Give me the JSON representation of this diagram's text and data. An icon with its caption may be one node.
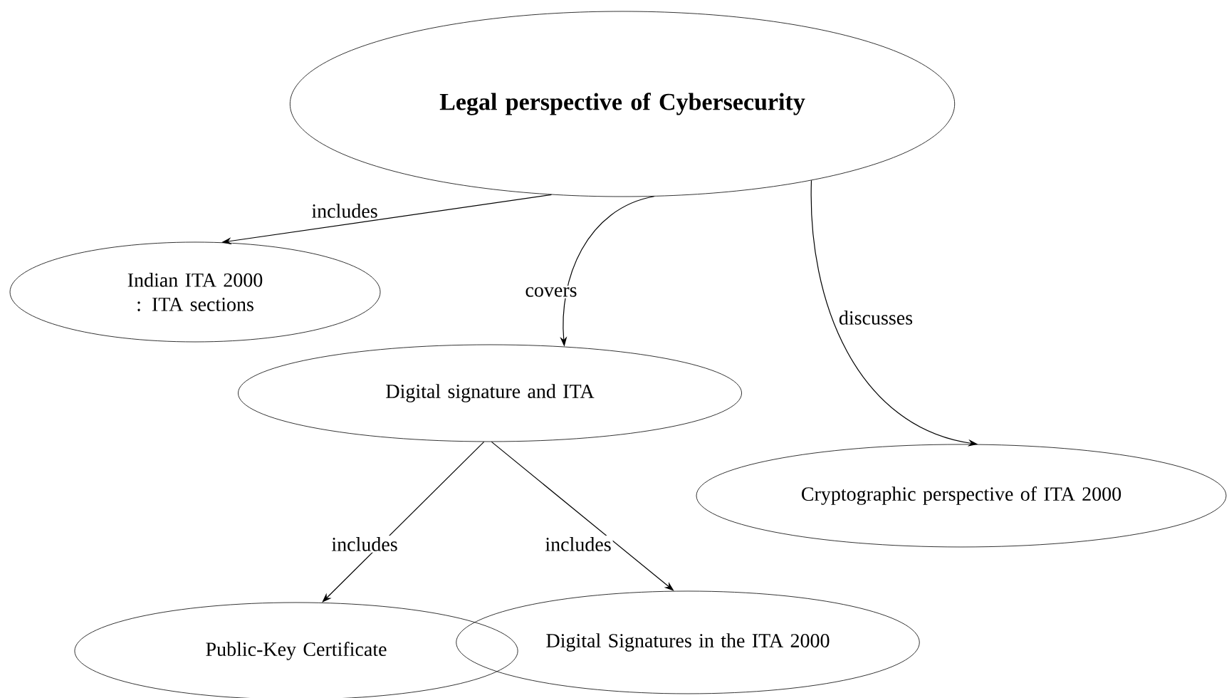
{
  "diagram": {
    "nodes": [
      {
        "text": [
          "Legal perspective of Cybersecurity"
        ]
      },
      {
        "text": [
          "Indian ITA 2000 : ITA sections"
        ]
      },
      {
        "text": [
          "Digital signature and ITA"
        ]
      },
      {
        "text": [
          "Cryptographic perspective of ITA 2000"
        ]
      },
      {
        "text": [
          "Public-Key Certificate"
        ]
      },
      {
        "text": [
          "Digital Signatures in the ITA 2000"
        ]
      }
    ],
    "edges": [
      {
        "from": 0,
        "to": 1,
        "arrow": "to",
        "label": "includes"
      },
      {
        "from": 0,
        "to": 2,
        "arrow": "to",
        "label": "covers"
      },
      {
        "from": 0,
        "to": 3,
        "arrow": "to",
        "label": "discusses"
      },
      {
        "from": 2,
        "to": 4,
        "arrow": "to",
        "label": "includes"
      },
      {
        "from": 2,
        "to": 5,
        "arrow": "to",
        "label": "includes"
      }
    ]
  }
}
